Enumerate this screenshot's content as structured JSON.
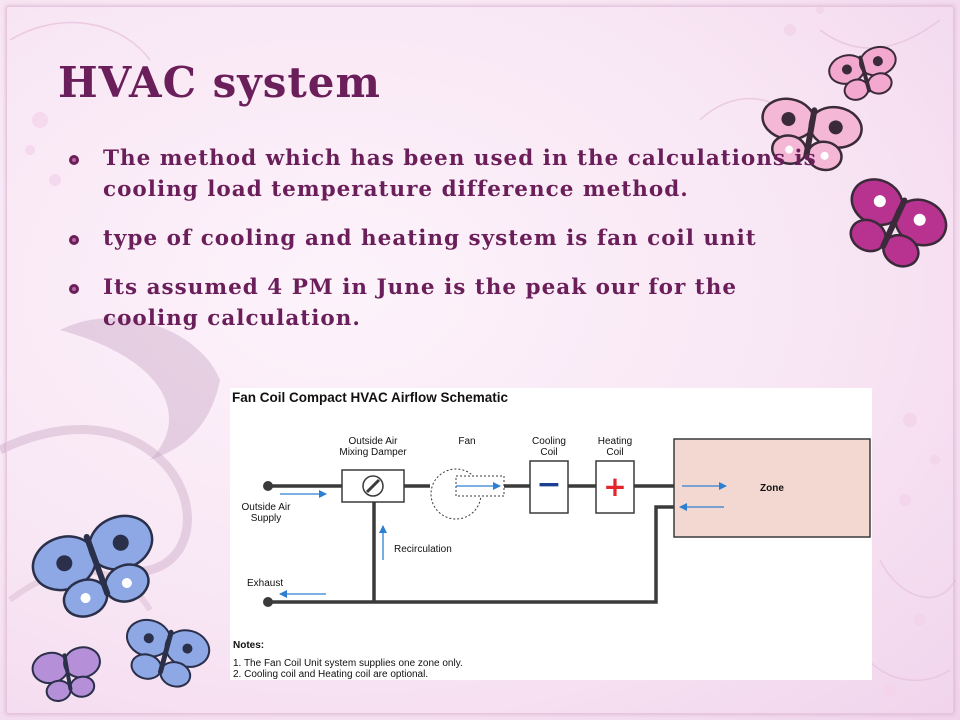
{
  "slide": {
    "title": "HVAC system",
    "bullets": [
      "The method which has been used in the calculations is cooling load temperature difference method.",
      "type of cooling and heating system is fan coil unit",
      "Its assumed 4 PM in June is the peak our for the cooling calculation."
    ]
  },
  "diagram": {
    "title": "Fan Coil Compact HVAC Airflow Schematic",
    "damper_label": [
      "Outside Air",
      "Mixing Damper"
    ],
    "fan_label": "Fan",
    "cooling_coil_label": [
      "Cooling",
      "Coil"
    ],
    "heating_coil_label": [
      "Heating",
      "Coil"
    ],
    "cooling_symbol": "−",
    "heating_symbol": "+",
    "zone_label": "Zone",
    "outside_air_label": [
      "Outside Air",
      "Supply"
    ],
    "recirculation_label": "Recirculation",
    "exhaust_label": "Exhaust",
    "notes_title": "Notes:",
    "notes": [
      "1. The Fan Coil Unit system supplies one zone only.",
      "2. Cooling coil and Heating coil are optional."
    ]
  },
  "colors": {
    "title_text": "#6b1f5a",
    "duct": "#3a3a3a",
    "arrow": "#2f7fd1",
    "cooling_symbol": "#1c3f94",
    "heating_symbol": "#e3262c",
    "zone_fill": "#f2d8d1"
  }
}
